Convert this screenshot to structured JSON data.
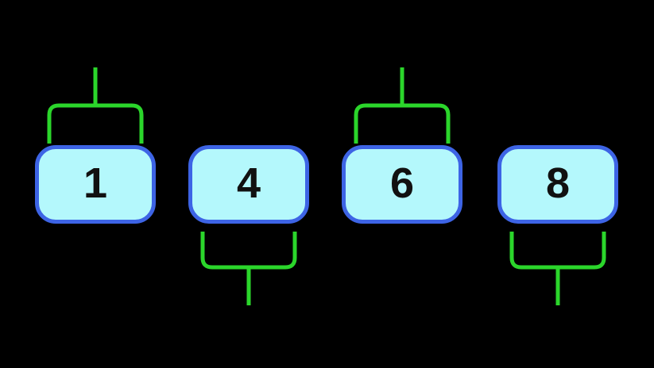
{
  "colors": {
    "background": "#000000",
    "node_fill": "#b4f8fc",
    "node_border": "#3d64e5",
    "node_label": "#111111",
    "connector_green": "#2bd62b"
  },
  "nodes": [
    {
      "label": "1",
      "connector_side": "top"
    },
    {
      "label": "4",
      "connector_side": "bottom"
    },
    {
      "label": "6",
      "connector_side": "top"
    },
    {
      "label": "8",
      "connector_side": "bottom"
    }
  ]
}
